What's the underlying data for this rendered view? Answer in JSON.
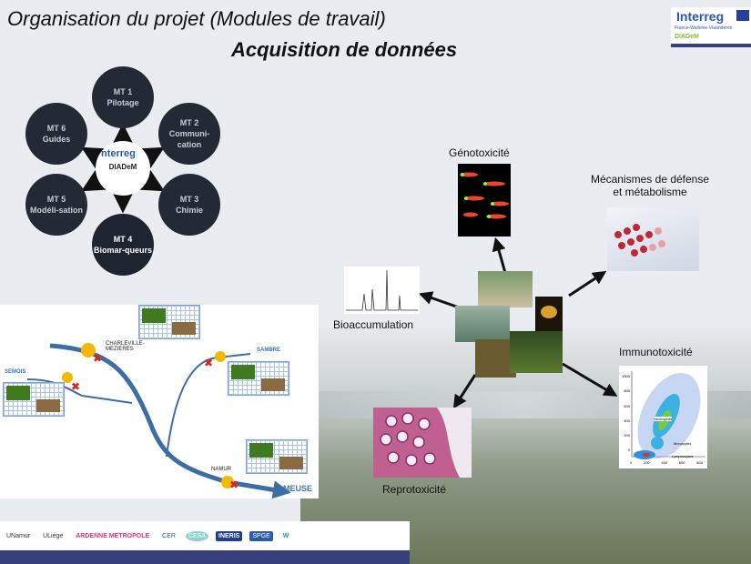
{
  "title": "Organisation du projet (Modules de travail)",
  "subtitle": "Acquisition de données",
  "logo": {
    "brand": "Interreg",
    "region": "France-Wallonie-Vlaanderen",
    "project": "DIADeM"
  },
  "modules": [
    {
      "code": "MT 1",
      "name": "Pilotage"
    },
    {
      "code": "MT 2",
      "name": "Communi-cation"
    },
    {
      "code": "MT 3",
      "name": "Chimie"
    },
    {
      "code": "MT 4",
      "name": "Biomar-queurs"
    },
    {
      "code": "MT 5",
      "name": "Modéli-sation"
    },
    {
      "code": "MT 6",
      "name": "Guides"
    }
  ],
  "center_label": "DIADeM",
  "center_brand": "nterreg",
  "river_map": {
    "places": [
      "CHARLEVILLE-MEZIERES",
      "NAMUR"
    ],
    "rivers": [
      "SEMOIS",
      "SAMBRE",
      "MEUSE"
    ]
  },
  "biomarkers": {
    "genotox": "Génotoxicité",
    "defense": "Mécanismes de défense",
    "defense2": "et métabolisme",
    "bioacc": "Bioaccumulation",
    "immuno": "Immunotoxicité",
    "repro": "Reprotoxicité"
  },
  "flow_cytometry": {
    "y_ticks": [
      "1000",
      "800",
      "600",
      "400",
      "200",
      "0"
    ],
    "x_ticks": [
      "0",
      "200",
      "400",
      "600",
      "800"
    ],
    "populations": [
      "Neutrophils",
      "Monocytes",
      "Lymphocytes"
    ]
  },
  "partners": [
    "UNamur",
    "ULiège",
    "ARDENNE METROPOLE",
    "CER",
    "CESA",
    "INERIS",
    "SPGE",
    "W"
  ],
  "colors": {
    "module_bg": "#232a36",
    "river": "#3b6ea5",
    "marker": "#f5b800",
    "cross": "#e02020",
    "footer_bar": "#373f7a"
  }
}
